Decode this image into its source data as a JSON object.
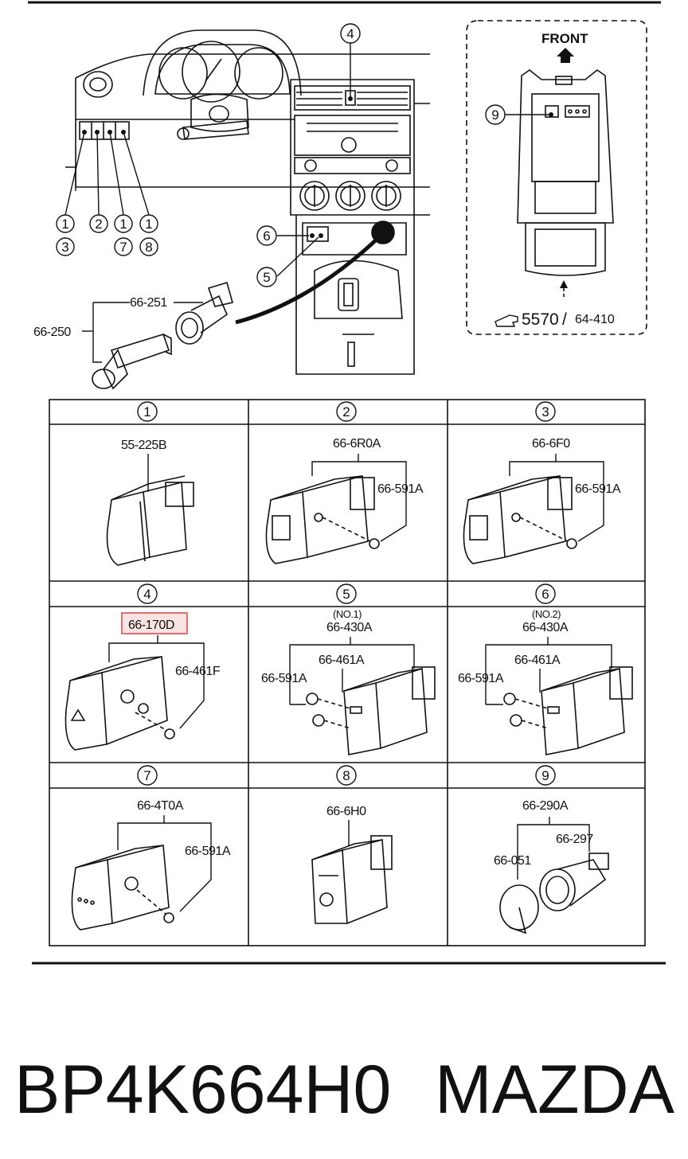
{
  "overview": {
    "callouts": {
      "c4": "4",
      "c1a": "1",
      "c2": "2",
      "c1b": "1",
      "c1c": "1",
      "c3": "3",
      "c7": "7",
      "c8": "8",
      "c6": "6",
      "c5": "5",
      "c9": "9"
    },
    "part_66_251": "66-251",
    "part_66_250": "66-250",
    "front_label": "FRONT",
    "ref_5570": "5570",
    "ref_sep": "/",
    "ref_64_410": "64-410"
  },
  "grid": {
    "cells": [
      {
        "num": "1",
        "parts": {
          "main": "55-225B"
        }
      },
      {
        "num": "2",
        "parts": {
          "main": "66-6R0A",
          "screw": "66-591A"
        }
      },
      {
        "num": "3",
        "parts": {
          "main": "66-6F0",
          "screw": "66-591A"
        }
      },
      {
        "num": "4",
        "parts": {
          "main": "66-170D",
          "side": "66-461F"
        }
      },
      {
        "num": "5",
        "parts": {
          "note": "(NO.1)",
          "main": "66-430A",
          "side": "66-461A",
          "screw": "66-591A"
        }
      },
      {
        "num": "6",
        "parts": {
          "note": "(NO.2)",
          "main": "66-430A",
          "side": "66-461A",
          "screw": "66-591A"
        }
      },
      {
        "num": "7",
        "parts": {
          "main": "66-4T0A",
          "screw": "66-591A"
        }
      },
      {
        "num": "8",
        "parts": {
          "main": "66-6H0"
        }
      },
      {
        "num": "9",
        "parts": {
          "main": "66-290A",
          "side": "66-297",
          "screw": "66-051"
        }
      }
    ],
    "highlight_color": "#e07070"
  },
  "caption": {
    "part_number": "BP4K664H0",
    "brand": "MAZDA"
  }
}
